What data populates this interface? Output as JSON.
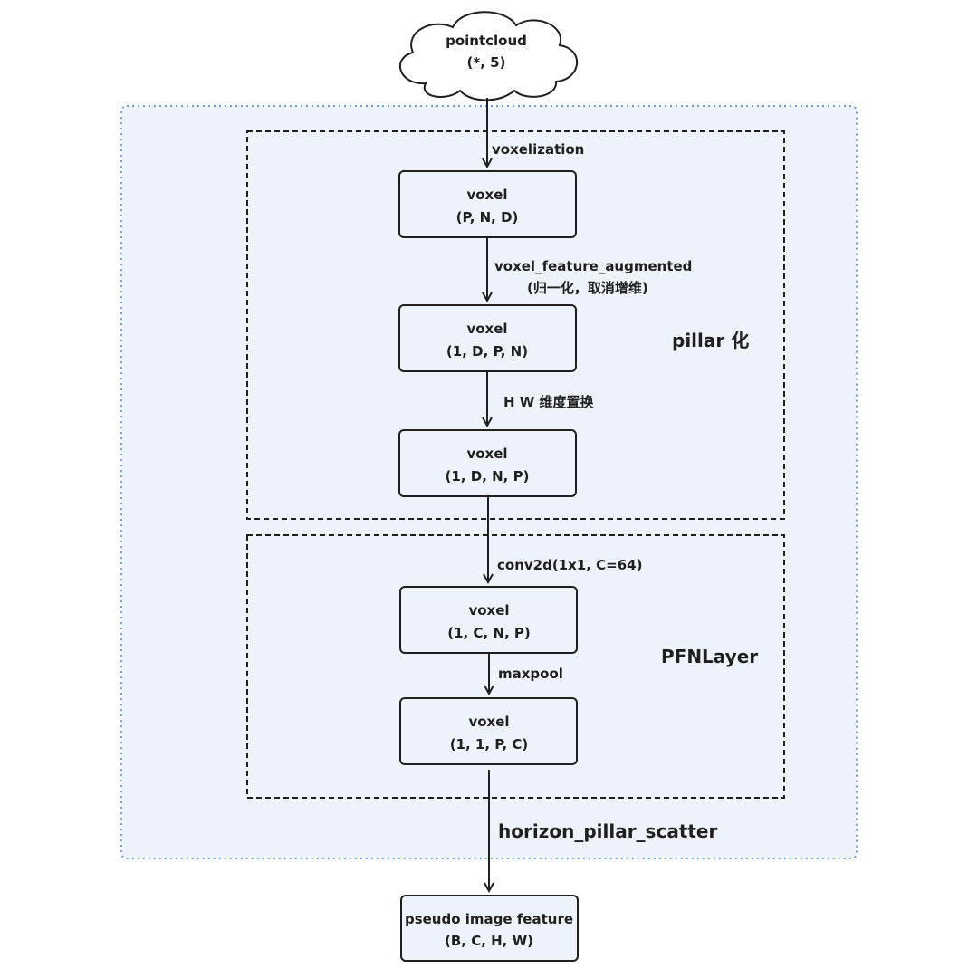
{
  "nodes": {
    "pointcloud": {
      "line1": "pointcloud",
      "line2": "(*, 5)"
    },
    "voxel_pnd": {
      "line1": "voxel",
      "line2": "(P, N, D)"
    },
    "voxel_1dpn": {
      "line1": "voxel",
      "line2": "(1, D, P, N)"
    },
    "voxel_1dnp": {
      "line1": "voxel",
      "line2": "(1, D, N, P)"
    },
    "voxel_1cnp": {
      "line1": "voxel",
      "line2": "(1, C, N, P)"
    },
    "voxel_11pc": {
      "line1": "voxel",
      "line2": "(1, 1, P, C)"
    },
    "pseudo": {
      "line1": "pseudo image feature",
      "line2": "(B, C, H, W)"
    }
  },
  "edges": {
    "voxelization": "voxelization",
    "augmented": {
      "line1": "voxel_feature_augmented",
      "line2": "(归一化，取消增维)"
    },
    "hw_swap": "H W 维度置换",
    "conv2d": "conv2d(1x1, C=64)",
    "maxpool": "maxpool",
    "scatter": "horizon_pillar_scatter"
  },
  "groups": {
    "pillar": "pillar 化",
    "pfn": "PFNLayer"
  },
  "colors": {
    "outer_fill": "#eef3fb",
    "outer_border": "#6f9fd8",
    "box_fill": "#eef3fb",
    "stroke": "#1f1f1f"
  }
}
